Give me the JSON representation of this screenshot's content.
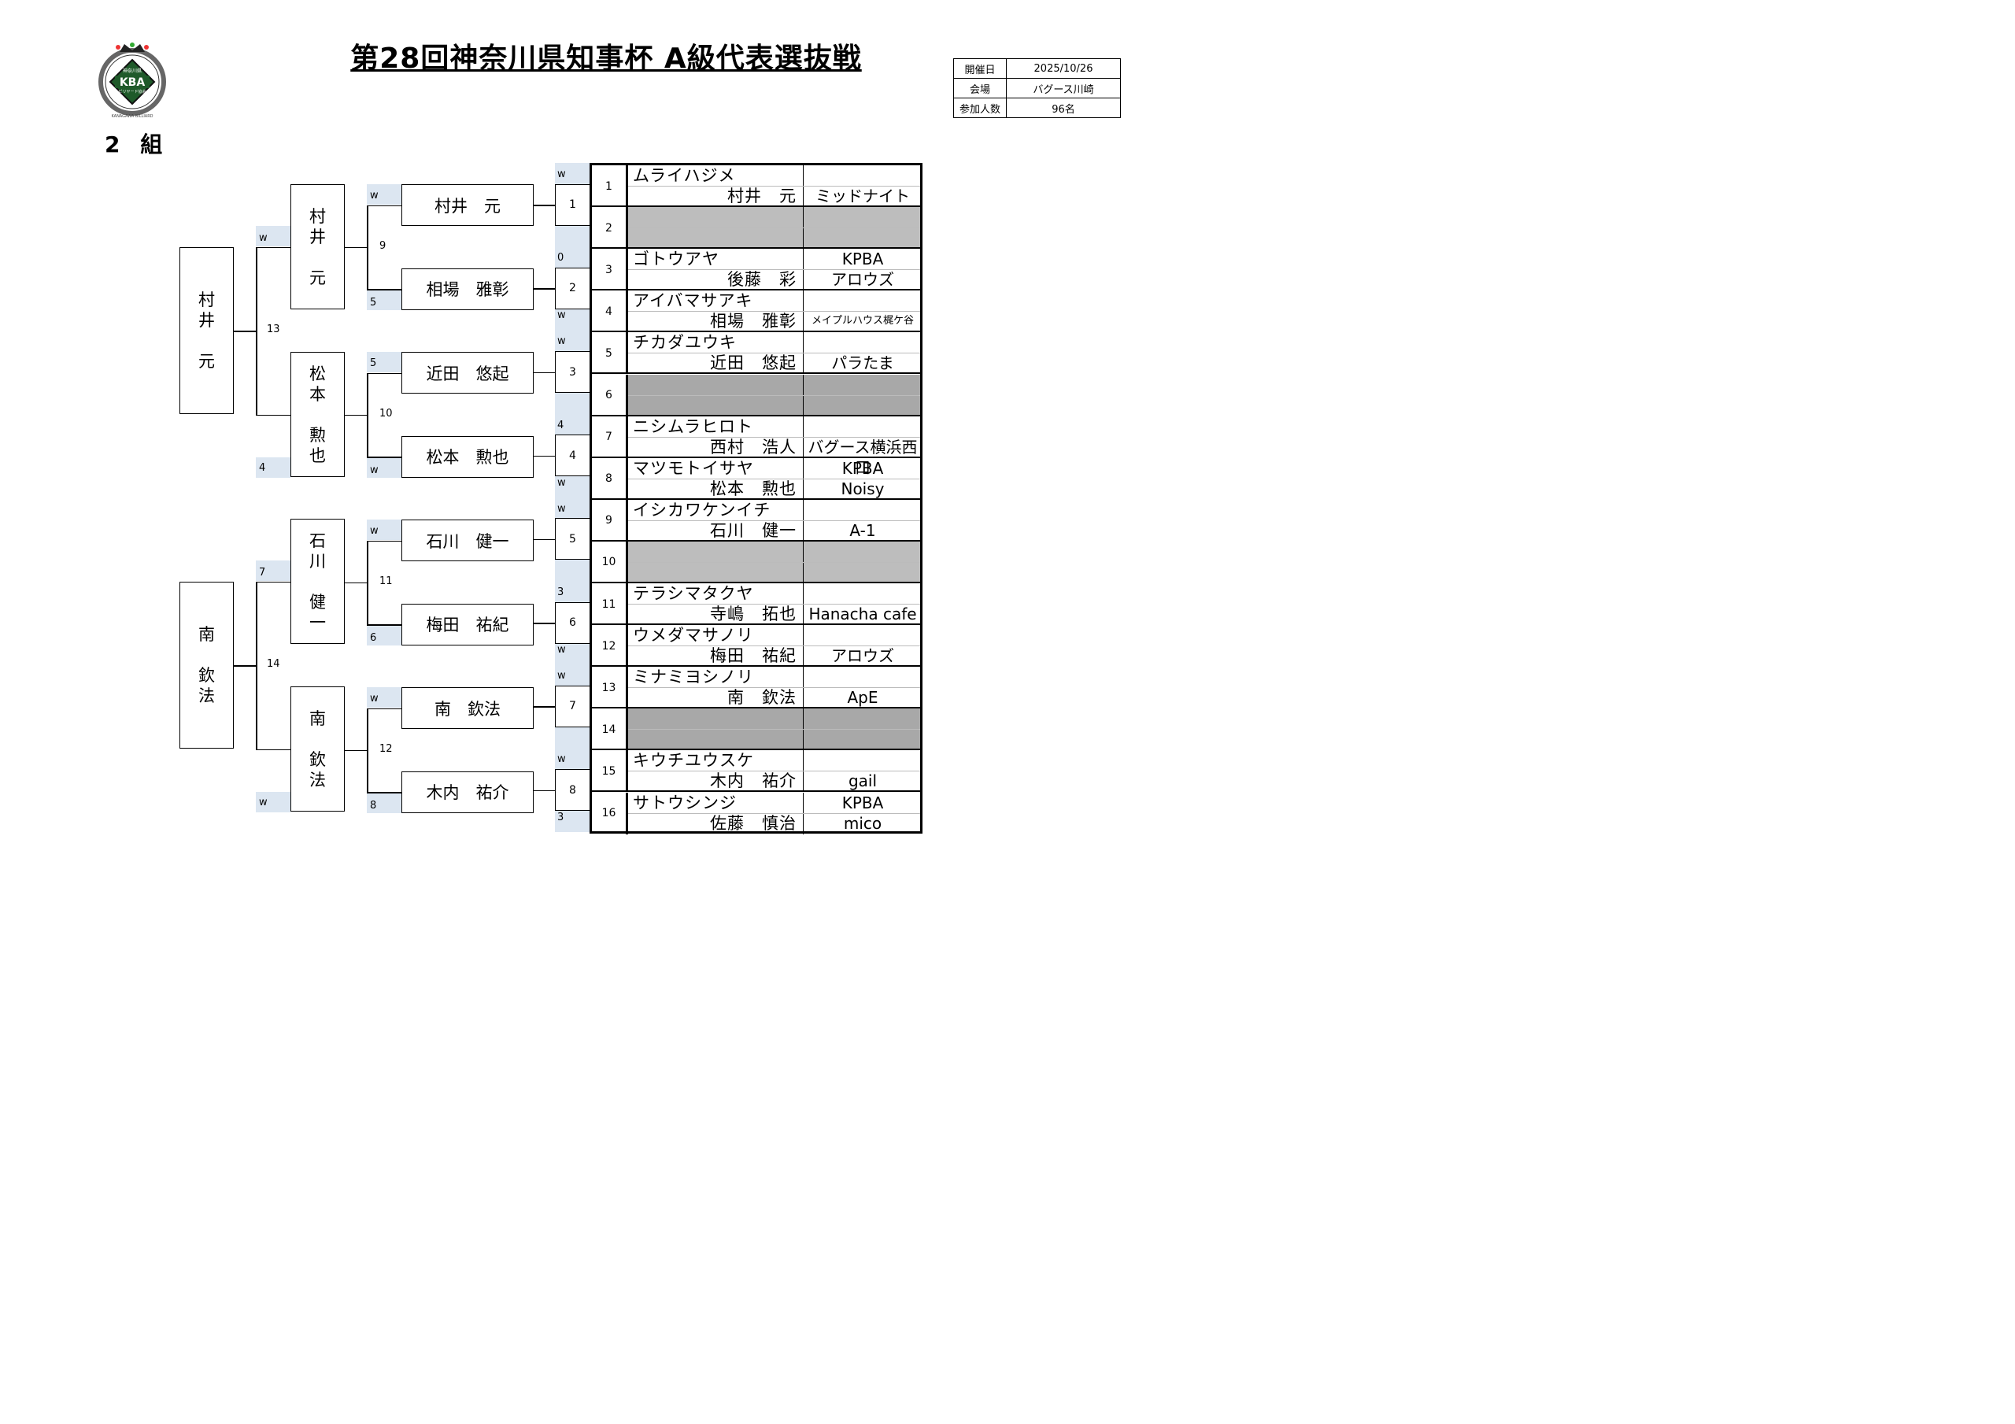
{
  "title": "第28回神奈川県知事杯 A級代表選抜戦",
  "group_label": "2 組",
  "logo": {
    "text_top": "神奈川県",
    "text_main": "KBA",
    "text_sub": "ビリヤード協会",
    "ring_text": "KANAGAWA BILLIARD"
  },
  "info": [
    {
      "label": "開催日",
      "value": "2025/10/26"
    },
    {
      "label": "会場",
      "value": "バグース川崎"
    },
    {
      "label": "参加人数",
      "value": "96名"
    }
  ],
  "slots": [
    {
      "no": "1",
      "kana": "ムライハジメ",
      "name": "村井　元",
      "club1": "",
      "club2": "ミッドナイト"
    },
    {
      "no": "2",
      "bye": true
    },
    {
      "no": "3",
      "kana": "ゴトウアヤ",
      "name": "後藤　彩",
      "club1": "KPBA",
      "club2": "アロウズ"
    },
    {
      "no": "4",
      "kana": "アイバマサアキ",
      "name": "相場　雅彰",
      "club1": "",
      "club2": "メイプルハウス梶ケ谷"
    },
    {
      "no": "5",
      "kana": "チカダユウキ",
      "name": "近田　悠起",
      "club1": "",
      "club2": "パラたま"
    },
    {
      "no": "6",
      "bye": true
    },
    {
      "no": "7",
      "kana": "ニシムラヒロト",
      "name": "西村　浩人",
      "club1": "",
      "club2": "バグース横浜西口"
    },
    {
      "no": "8",
      "kana": "マツモトイサヤ",
      "name": "松本　勲也",
      "club1": "KPBA",
      "club2": "Noisy"
    },
    {
      "no": "9",
      "kana": "イシカワケンイチ",
      "name": "石川　健一",
      "club1": "",
      "club2": "A-1"
    },
    {
      "no": "10",
      "bye": true
    },
    {
      "no": "11",
      "kana": "テラシマタクヤ",
      "name": "寺嶋　拓也",
      "club1": "",
      "club2": "Hanacha cafe"
    },
    {
      "no": "12",
      "kana": "ウメダマサノリ",
      "name": "梅田　祐紀",
      "club1": "",
      "club2": "アロウズ"
    },
    {
      "no": "13",
      "kana": "ミナミヨシノリ",
      "name": "南　欽法",
      "club1": "",
      "club2": "ApE"
    },
    {
      "no": "14",
      "bye": true
    },
    {
      "no": "15",
      "kana": "キウチユウスケ",
      "name": "木内　祐介",
      "club1": "",
      "club2": "gail"
    },
    {
      "no": "16",
      "kana": "サトウシンジ",
      "name": "佐藤　慎治",
      "club1": "KPBA",
      "club2": "mico"
    }
  ],
  "round1_scores": [
    "w",
    "",
    "0",
    "w",
    "w",
    "",
    "4",
    "w",
    "w",
    "",
    "3",
    "w",
    "w",
    "",
    "w",
    "3"
  ],
  "matches": [
    "1",
    "2",
    "3",
    "4",
    "5",
    "6",
    "7",
    "8"
  ],
  "round2": [
    {
      "name": "村井　元",
      "score": "w"
    },
    {
      "name": "相場　雅彰",
      "score": "5"
    },
    {
      "name": "近田　悠起",
      "score": "5"
    },
    {
      "name": "松本　勲也",
      "score": "w"
    },
    {
      "name": "石川　健一",
      "score": "w"
    },
    {
      "name": "梅田　祐紀",
      "score": "6"
    },
    {
      "name": "南　欽法",
      "score": "w"
    },
    {
      "name": "木内　祐介",
      "score": "8"
    }
  ],
  "round2_match_nums": [
    "9",
    "10",
    "11",
    "12"
  ],
  "round3": [
    {
      "chars": [
        "村",
        "井",
        "",
        "元"
      ],
      "score": "w"
    },
    {
      "chars": [
        "松",
        "本",
        "",
        "勲",
        "也"
      ],
      "score": "4"
    },
    {
      "chars": [
        "石",
        "川",
        "",
        "健",
        "一"
      ],
      "score": "7"
    },
    {
      "chars": [
        "南",
        "",
        "欽",
        "法"
      ],
      "score": "w"
    }
  ],
  "round3_match_nums": [
    "13",
    "14"
  ],
  "finalists": [
    {
      "chars": [
        "村",
        "井",
        "",
        "元"
      ]
    },
    {
      "chars": [
        "南",
        "",
        "欽",
        "法"
      ]
    }
  ]
}
